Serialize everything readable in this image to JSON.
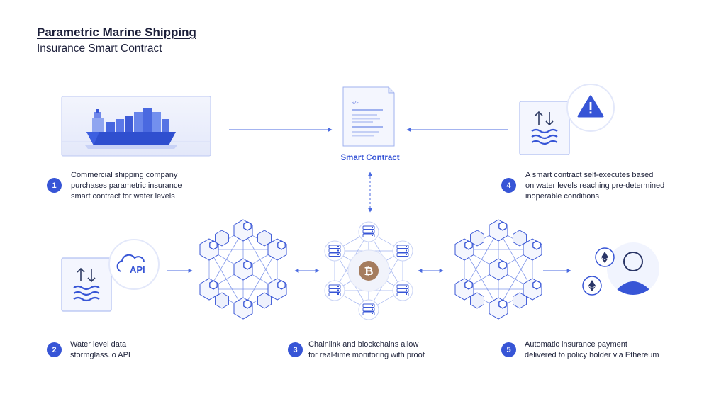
{
  "header": {
    "title": "Parametric Marine Shipping",
    "subtitle": "Insurance Smart Contract"
  },
  "smart_contract": {
    "label": "Smart Contract",
    "code_glyph": "</>"
  },
  "api_badge": {
    "label": "API"
  },
  "steps": [
    {
      "number": "1",
      "lines": [
        "Commercial shipping company",
        "purchases parametric insurance",
        "smart contract for water levels"
      ]
    },
    {
      "number": "2",
      "lines": [
        "Water level data",
        "stormglass.io API"
      ]
    },
    {
      "number": "3",
      "lines": [
        "Chainlink and blockchains allow",
        "for real-time monitoring with proof"
      ]
    },
    {
      "number": "4",
      "lines": [
        "A smart contract self-executes based",
        "on water levels reaching pre-determined",
        "inoperable conditions"
      ]
    },
    {
      "number": "5",
      "lines": [
        "Automatic insurance payment",
        "delivered to policy holder via Ethereum"
      ]
    }
  ],
  "icons": {
    "ship": "cargo-ship-icon",
    "warning": "warning-icon",
    "water": "water-level-icon",
    "cloud_api": "cloud-api-icon",
    "chainlink": "chainlink-icon",
    "bitcoin": "bitcoin-icon",
    "ethereum": "ethereum-icon",
    "user": "user-avatar-icon",
    "server": "server-icon"
  },
  "colors": {
    "accent": "#3755d6",
    "light_fill": "#eef1fc",
    "line": "#4a6ae0",
    "bitcoin": "#a57c5e",
    "text": "#1c1f3a"
  }
}
